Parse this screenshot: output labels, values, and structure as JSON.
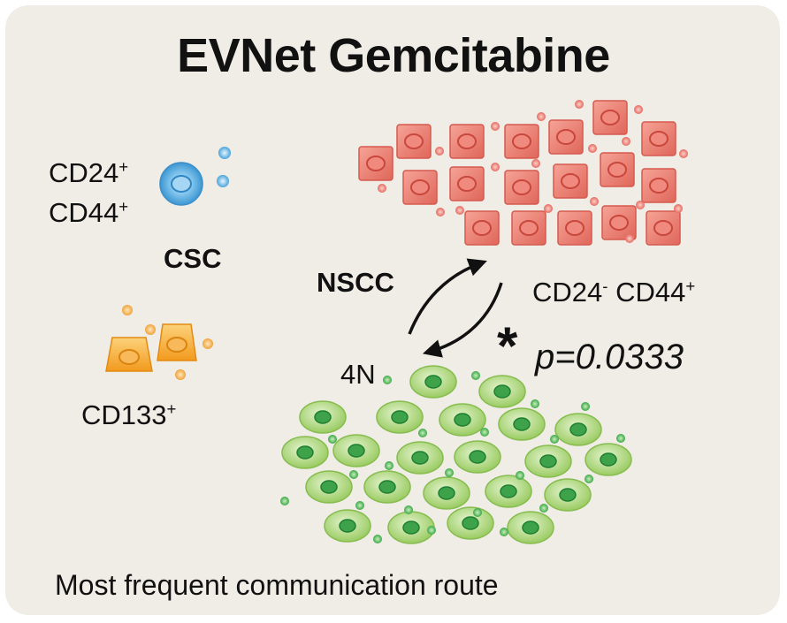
{
  "title": "EVNet Gemcitabine",
  "footer": "Most frequent communication route",
  "csc": {
    "label": "CSC",
    "marker1": "CD24",
    "marker1_sup": "+",
    "marker2": "CD44",
    "marker2_sup": "+",
    "marker3": "CD133",
    "marker3_sup": "+"
  },
  "nscc": {
    "label": "NSCC",
    "marker_a": "CD24",
    "marker_a_sup": "-",
    "marker_b": "CD44",
    "marker_b_sup": "+"
  },
  "fourn": {
    "label": "4N"
  },
  "significance": {
    "star": "*",
    "pvalue": "p=0.0333"
  },
  "colors": {
    "panel": "#f0ece6",
    "csc_blue": "#5aaee0",
    "csc_orange": "#f5a623",
    "nscc_red": "#e8756a",
    "fourn_green": "#9fd36f"
  }
}
